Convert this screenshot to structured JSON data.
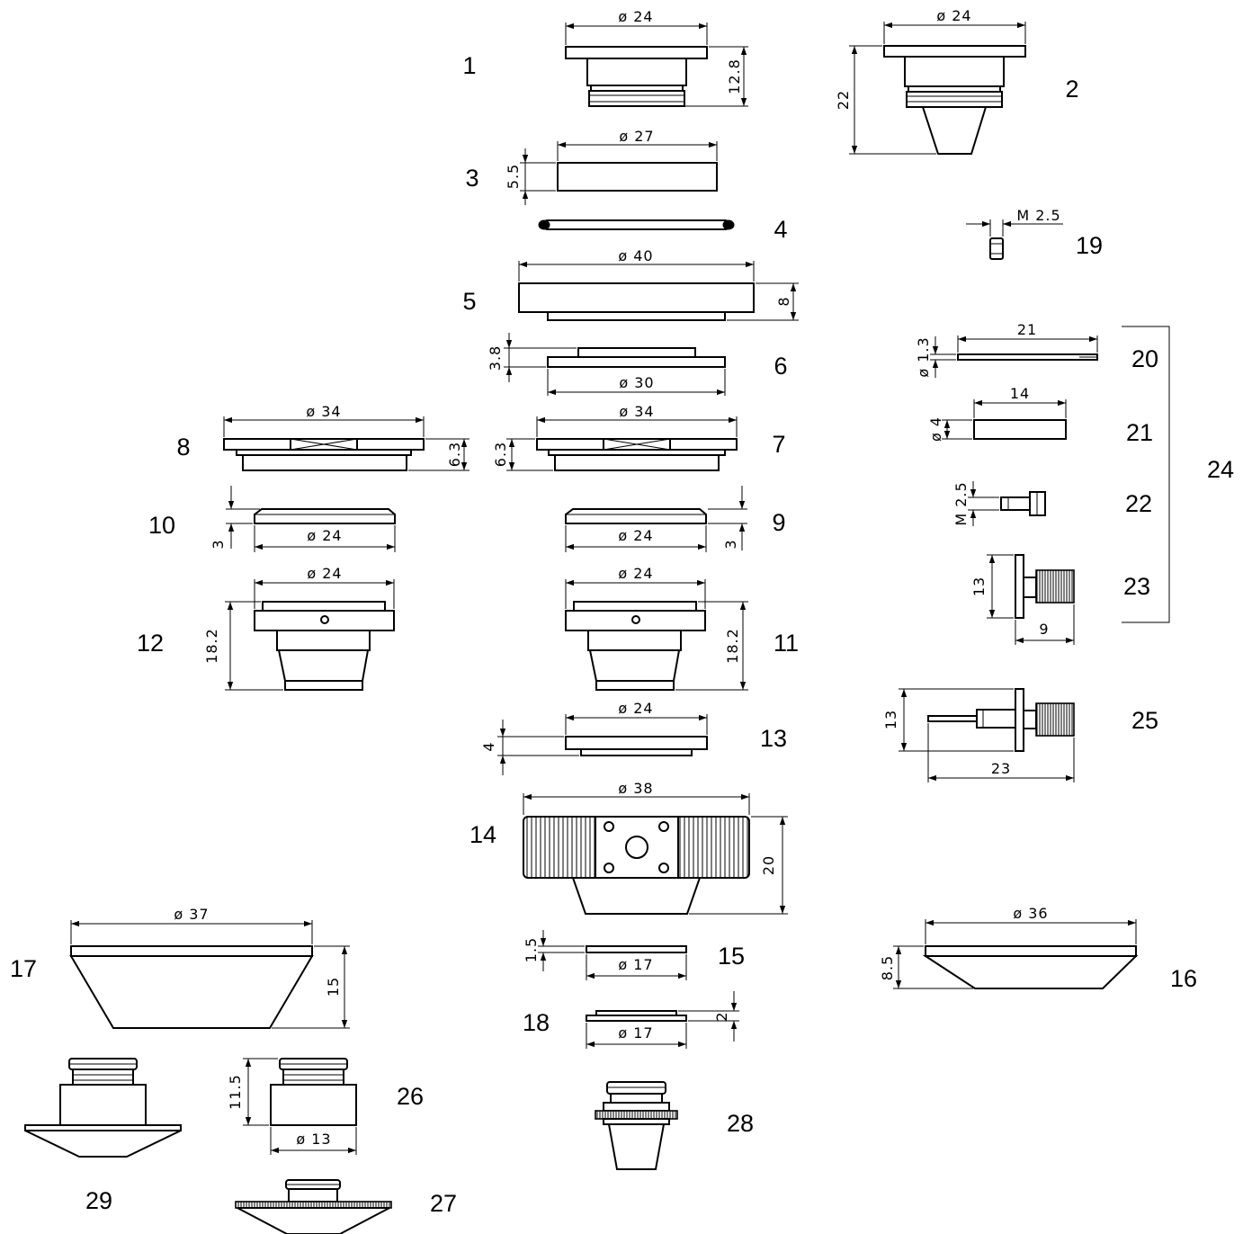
{
  "parts": {
    "p1": "1",
    "p2": "2",
    "p3": "3",
    "p4": "4",
    "p5": "5",
    "p6": "6",
    "p7": "7",
    "p8": "8",
    "p9": "9",
    "p10": "10",
    "p11": "11",
    "p12": "12",
    "p13": "13",
    "p14": "14",
    "p15": "15",
    "p16": "16",
    "p17": "17",
    "p18": "18",
    "p19": "19",
    "p20": "20",
    "p21": "21",
    "p22": "22",
    "p23": "23",
    "p24": "24",
    "p25": "25",
    "p26": "26",
    "p27": "27",
    "p28": "28",
    "p29": "29"
  },
  "dims": {
    "p1_dia": "ø 24",
    "p1_h": "12.8",
    "p2_dia": "ø 24",
    "p2_h": "22",
    "p3_dia": "ø 27",
    "p3_h": "5.5",
    "p5_dia": "ø 40",
    "p5_h": "8",
    "p6_dia": "ø 30",
    "p6_h": "3.8",
    "p7_dia": "ø 34",
    "p7_h": "6.3",
    "p8_dia": "ø 34",
    "p8_h": "6.3",
    "p9_dia": "ø 24",
    "p9_h": "3",
    "p10_dia": "ø 24",
    "p10_h": "3",
    "p11_dia": "ø 24",
    "p11_h": "18.2",
    "p12_dia": "ø 24",
    "p12_h": "18.2",
    "p13_dia": "ø 24",
    "p13_h": "4",
    "p14_dia": "ø 38",
    "p14_h": "20",
    "p15_dia": "ø 17",
    "p15_h": "1.5",
    "p16_dia": "ø 36",
    "p16_h": "8.5",
    "p17_dia": "ø 37",
    "p17_h": "15",
    "p18_dia": "ø 17",
    "p18_h": "2",
    "p19_thread": "M 2.5",
    "p20_len": "21",
    "p20_dia": "ø 1.3",
    "p21_len": "14",
    "p21_dia": "ø 4",
    "p22_thread": "M 2.5",
    "p23_h": "13",
    "p23_w": "9",
    "p25_h": "13",
    "p25_w": "23",
    "p26_h": "11.5",
    "p26_dia": "ø 13"
  }
}
